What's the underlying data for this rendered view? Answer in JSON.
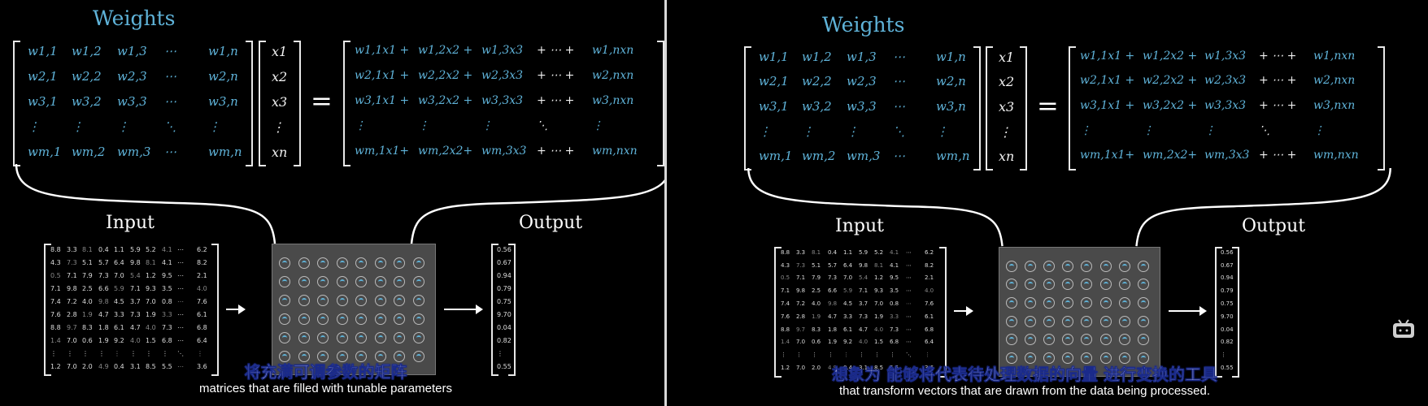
{
  "left": {
    "title": "Weights",
    "input_label": "Input",
    "output_label": "Output",
    "subtitle_cn": "将充满可调参数的矩阵",
    "subtitle_en": "matrices that are filled with tunable parameters"
  },
  "right": {
    "title": "Weights",
    "input_label": "Input",
    "output_label": "Output",
    "subtitle_cn": "想象为 能够将代表待处理数据的向量 进行变换的工具",
    "subtitle_en": "that transform vectors that are drawn from the data being processed."
  },
  "weights_matrix": [
    [
      "w1,1",
      "w1,2",
      "w1,3",
      "⋯",
      "w1,n"
    ],
    [
      "w2,1",
      "w2,2",
      "w2,3",
      "⋯",
      "w2,n"
    ],
    [
      "w3,1",
      "w3,2",
      "w3,3",
      "⋯",
      "w3,n"
    ],
    [
      "⋮",
      "⋮",
      "⋮",
      "⋱",
      "⋮"
    ],
    [
      "wm,1",
      "wm,2",
      "wm,3",
      "⋯",
      "wm,n"
    ]
  ],
  "x_vector": [
    "x1",
    "x2",
    "x3",
    "⋮",
    "xn"
  ],
  "result_rows": [
    [
      "w1,1x1 +",
      "w1,2x2 +",
      "w1,3x3",
      "+ ⋯ +",
      "w1,nxn"
    ],
    [
      "w2,1x1 +",
      "w2,2x2 +",
      "w2,3x3",
      "+ ⋯ +",
      "w2,nxn"
    ],
    [
      "w3,1x1 +",
      "w3,2x2 +",
      "w3,3x3",
      "+ ⋯ +",
      "w3,nxn"
    ],
    [
      "⋮",
      "⋮",
      "⋮",
      "⋱",
      "⋮"
    ],
    [
      "wm,1x1+",
      "wm,2x2+",
      "wm,3x3",
      "+ ⋯ +",
      "wm,nxn"
    ]
  ],
  "input_matrix": [
    [
      "8.8",
      "3.3",
      "8.1",
      "0.4",
      "1.1",
      "5.9",
      "5.2",
      "4.1",
      "⋯",
      "6.2"
    ],
    [
      "4.3",
      "7.3",
      "5.1",
      "5.7",
      "6.4",
      "9.8",
      "8.1",
      "4.1",
      "⋯",
      "8.2"
    ],
    [
      "0.5",
      "7.1",
      "7.9",
      "7.3",
      "7.0",
      "5.4",
      "1.2",
      "9.5",
      "⋯",
      "2.1"
    ],
    [
      "7.1",
      "9.8",
      "2.5",
      "6.6",
      "5.9",
      "7.1",
      "9.3",
      "3.5",
      "⋯",
      "4.0"
    ],
    [
      "7.4",
      "7.2",
      "4.0",
      "9.8",
      "4.5",
      "3.7",
      "7.0",
      "0.8",
      "⋯",
      "7.6"
    ],
    [
      "7.6",
      "2.8",
      "1.9",
      "4.7",
      "3.3",
      "7.3",
      "1.9",
      "3.3",
      "⋯",
      "6.1"
    ],
    [
      "8.8",
      "9.7",
      "8.3",
      "1.8",
      "6.1",
      "4.7",
      "4.0",
      "7.3",
      "⋯",
      "6.8"
    ],
    [
      "1.4",
      "7.0",
      "0.6",
      "1.9",
      "9.2",
      "4.0",
      "1.5",
      "6.8",
      "⋯",
      "6.4"
    ],
    [
      "⋮",
      "⋮",
      "⋮",
      "⋮",
      "⋮",
      "⋮",
      "⋮",
      "⋮",
      "⋱",
      "⋮"
    ],
    [
      "1.2",
      "7.0",
      "2.0",
      "4.9",
      "0.4",
      "3.1",
      "8.5",
      "5.5",
      "⋯",
      "3.6"
    ]
  ],
  "output_vector": [
    "0.56",
    "0.67",
    "0.94",
    "0.79",
    "0.75",
    "9.70",
    "0.04",
    "0.82",
    "⋮",
    "0.55"
  ],
  "colors": {
    "accent": "#5fb3d9",
    "background": "#000000",
    "network": "#4a4a4a"
  },
  "icons": [
    "bilibili-tv-icon"
  ]
}
